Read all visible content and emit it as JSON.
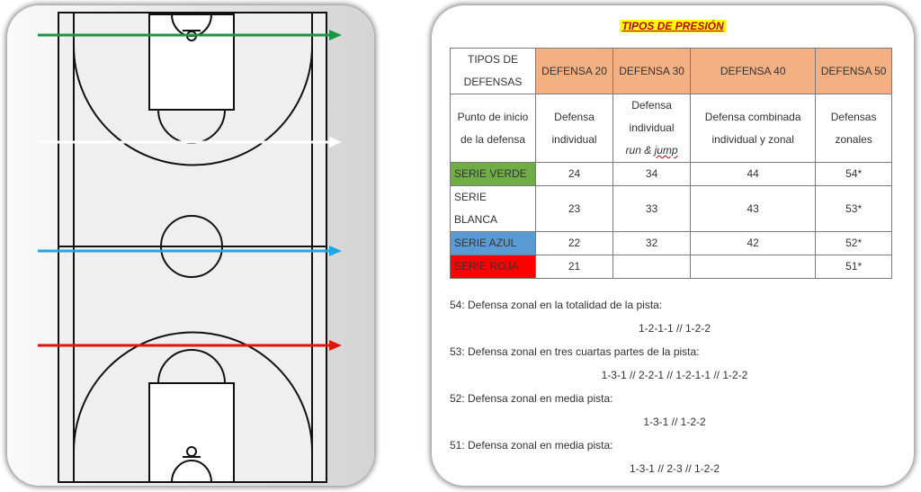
{
  "title": "TIPOS DE PRESIÓN",
  "table": {
    "header": [
      "TIPOS DE DEFENSAS",
      "DEFENSA 20",
      "DEFENSA 30",
      "DEFENSA 40",
      "DEFENSA 50"
    ],
    "start_row": {
      "label": "Punto de inicio de la defensa",
      "d20": "Defensa individual",
      "d30_a": "Defensa individual",
      "d30_b": "run & jump",
      "d40": "Defensa combinada individual y zonal",
      "d50": "Defensas zonales"
    },
    "rows": [
      {
        "label": "SERIE VERDE",
        "values": [
          "24",
          "34",
          "44",
          "54*"
        ],
        "color": "#70ad47"
      },
      {
        "label": "SERIE BLANCA",
        "values": [
          "23",
          "33",
          "43",
          "53*"
        ],
        "color": "#ffffff"
      },
      {
        "label": "SERIE AZUL",
        "values": [
          "22",
          "32",
          "42",
          "52*"
        ],
        "color": "#5b9bd5"
      },
      {
        "label": "SERIE ROJA",
        "values": [
          "21",
          "",
          "",
          "51*"
        ],
        "color": "#ff0000"
      }
    ]
  },
  "notes": [
    {
      "title": "54: Defensa zonal en la totalidad de la pista:",
      "formula": "1-2-1-1 // 1-2-2"
    },
    {
      "title": "53: Defensa zonal en tres cuartas partes de la pista:",
      "formula": "1-3-1 // 2-2-1 // 1-2-1-1 // 1-2-2"
    },
    {
      "title": "52: Defensa zonal en media pista:",
      "formula": "1-3-1 // 1-2-2"
    },
    {
      "title": "51: Defensa zonal en media pista:",
      "formula": "1-3-1 // 2-3 // 1-2-2"
    }
  ],
  "court": {
    "arrows": [
      {
        "name": "green",
        "color": "#1a9641"
      },
      {
        "name": "white",
        "color": "#ffffff"
      },
      {
        "name": "blue",
        "color": "#1ea7e6"
      },
      {
        "name": "red",
        "color": "#e3120b"
      }
    ]
  }
}
